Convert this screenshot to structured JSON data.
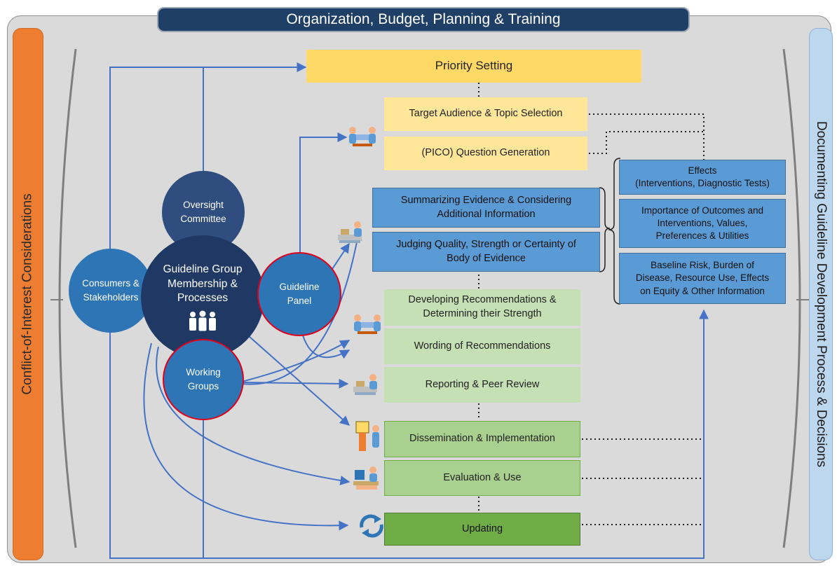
{
  "header": {
    "title": "Organization, Budget, Planning & Training"
  },
  "sidebars": {
    "left": "Conflict-of-Interest Considerations",
    "right": "Documenting Guideline Development Process & Decisions"
  },
  "circles": {
    "center": "Guideline Group\nMembership &\nProcesses",
    "oversight": "Oversight\nCommittee",
    "consumers": "Consumers &\nStakeholders",
    "panel": "Guideline\nPanel",
    "working": "Working\nGroups"
  },
  "steps": {
    "priority": "Priority Setting",
    "target": "Target Audience & Topic Selection",
    "pico": "(PICO) Question Generation",
    "summarizing": "Summarizing Evidence & Considering\nAdditional Information",
    "judging": "Judging Quality, Strength or Certainty of\nBody of Evidence",
    "developing": "Developing Recommendations &\nDetermining their Strength",
    "wording": "Wording of Recommendations",
    "reporting": "Reporting & Peer Review",
    "dissemination": "Dissemination & Implementation",
    "evaluation": "Evaluation & Use",
    "updating": "Updating"
  },
  "considerations": {
    "effects": "Effects\n(Interventions, Diagnostic Tests)",
    "importance": "Importance of Outcomes and\nInterventions, Values,\nPreferences & Utilities",
    "baseline": "Baseline Risk, Burden of\nDisease, Resource Use, Effects\non Equity & Other Information"
  },
  "icons": [
    "meeting-icon",
    "desk-worker-icon",
    "meeting-icon",
    "desk-worker-icon",
    "presenter-icon",
    "computer-user-icon",
    "update-cycle-icon",
    "people-group-icon"
  ],
  "colors": {
    "header": "#1f3f66",
    "orange": "#ed7d31",
    "lightblue": "#bdd7ee",
    "blue_box": "#5b9bd5",
    "yellow": "#ffe699",
    "green_light": "#c5e0b4",
    "green_dark": "#70ad47",
    "circle_navy": "#1f3864",
    "circle_blue": "#2e75b6",
    "red_outline": "#e0001b",
    "arrow": "#4472c4"
  }
}
